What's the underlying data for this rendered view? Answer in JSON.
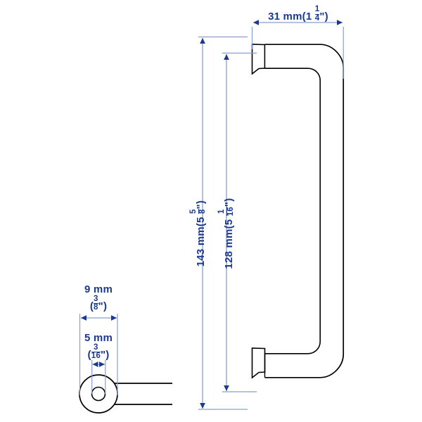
{
  "drawing": {
    "title": "Handle technical dimension drawing",
    "accent_color": "#1a3a8f",
    "line_color": "#000000",
    "background_color": "#ffffff",
    "dimension_line_color": "#8a9dd0"
  },
  "dimensions": {
    "width_top": {
      "mm": "31 mm",
      "inch_whole": "(1 ",
      "inch_frac_num": "1",
      "inch_frac_den": "4",
      "inch_close": "\")",
      "full_text": "31 mm (1 1/4\")"
    },
    "length_overall": {
      "mm": "143 mm",
      "inch_whole": "(5 ",
      "inch_frac_num": "5",
      "inch_frac_den": "8",
      "inch_close": "\")",
      "full_text": "143 mm (5 5/8\")"
    },
    "length_center": {
      "mm": "128 mm",
      "inch_whole": "(5 ",
      "inch_frac_num": "1",
      "inch_frac_den": "16",
      "inch_close": "\")",
      "full_text": "128 mm (5 1/16\")"
    },
    "outer_diameter": {
      "mm": "9 mm",
      "inch_whole": "(",
      "inch_frac_num": "3",
      "inch_frac_den": "8",
      "inch_close": "\")",
      "full_text": "9 mm (3/8\")"
    },
    "inner_diameter": {
      "mm": "5 mm",
      "inch_whole": "(",
      "inch_frac_num": "3",
      "inch_frac_den": "16",
      "inch_close": "\")",
      "full_text": "5 mm (3/16\")"
    }
  },
  "views": {
    "side_view_name": "handle-side-view",
    "section_view_name": "handle-cross-section-view"
  }
}
